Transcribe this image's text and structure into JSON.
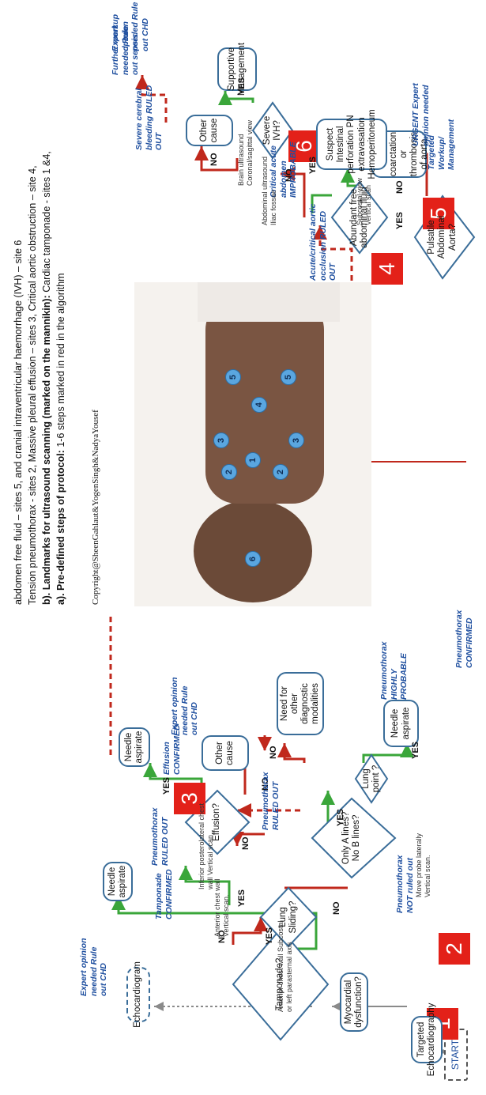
{
  "start": "START",
  "numbers": {
    "n1": "1",
    "n2": "2",
    "n3": "3",
    "n4": "4",
    "n5": "5",
    "n6": "6"
  },
  "nodes": {
    "targeted_echo": "Targeted Echocardiography",
    "myocardial": "Myocardial dysfunction?",
    "echocardiogram": "Echocardiogram",
    "tamponade": "Tamponade?",
    "needle_tamponade": "Needle aspirate",
    "lung_sliding": "Lung Sliding?",
    "effusion": "Effusion?",
    "needle_effusion": "Needle aspirate",
    "only_a_lines": "Only A lines? No B lines?",
    "lung_point": "Lung point ?",
    "needle_ptx": "Needle aspirate",
    "need_other": "Need for other diagnostic modalities",
    "other_cause_left": "Other cause",
    "pulsatile": "Pulsatile Abdominal Aorta?",
    "suspect_coarct": "Suspect Critical coarctation or thrombosis of aorta",
    "abundant_fluid": "Abundant free abdominal fluid",
    "suspect_intestinal": "Suspect Intestinal perforation PN extravasation Hemoperitoneum",
    "severe_ivh": "Severe IVH?",
    "other_cause_right": "Other cause",
    "supportive": "Supportive Management"
  },
  "annotations": {
    "expert_chd_1": "Expert opinion needed Rule out CHD",
    "tamponade_confirmed": "Tamponade CONFIRMED",
    "ptx_ruled_out_1": "Pneumothorax RULED OUT",
    "ptx_ruled_out_2": "Pneumothorax RULED OUT",
    "effusion_confirmed": "Effusion CONFIRMED",
    "expert_chd_2": "Expert opinion needed Rule out CHD",
    "ptx_not_ruled_out": "Pneumothorax NOT ruled out",
    "ptx_highly_probable": "Pneumothorax HIGHLY PROBABLE",
    "ptx_confirmed": "Pneumothorax CONFIRMED",
    "urgent_expert": "URGENT Expert opinion needed",
    "aortic_ruled_out": "Acute/critical aortic occlusion RULED OUT",
    "targeted_mgmt": "Targeted Workup/ Management",
    "abdomen_improbable": "Critical acute abdomen IMPROBABLE",
    "cerebral_ruled_out": "Severe cerebral bleeding RULED OUT",
    "further_workup": "Further workup needed Rule out sepsis",
    "expert_chd_3": "Expert opinion needed Rule out CHD"
  },
  "probe_notes": {
    "anterior_sub": "Anterior chest wall Subcostal or left parasternal axis",
    "anterior_vert": "Anterior chest wall Vertical scan.",
    "inferior": "Inferior posterolateral chest wall Vertical scan",
    "laterally": "Move probe laterally Vertical scan.",
    "subcostal": "Subcostal view Vertical scan",
    "abdominal_us": "Abdominal ultrasound Iliac fossae",
    "brain_us": "Brain ultrasound Coronal/sagittal view"
  },
  "answers": {
    "yes": "YES",
    "no": "NO"
  },
  "manikin_sites": [
    "1",
    "2",
    "2",
    "3",
    "3",
    "4",
    "5",
    "5",
    "6"
  ],
  "copyright": "Copyright@SheenGahlaut&YogenSingh&NadyaYousef",
  "footer": {
    "line_a_bold": "a). Pre-defined steps of protocol:",
    "line_a_rest": " 1-6 steps marked in red in the algorithm",
    "line_b_bold": "b). Landmarks for ultrasound scanning (marked on the mannikin):",
    "line_b_rest": " Cardiac tamponade - sites 1 &4,",
    "line_c": "Tension pneumothorax - sites 2, Massive pleural effusion – sites 3, Critical aortic obstruction – site 4,",
    "line_d": "abdomen free fluid – sites 5, and cranial intraventricular haemorrhage (IVH) – site 6"
  },
  "colors": {
    "box_border": "#3a6d99",
    "arrow_red": "#c0281c",
    "arrow_green": "#3aa63a",
    "arrow_gray": "#8a8a8a",
    "step_red": "#e32119",
    "annotation_blue": "#1f4f9f"
  }
}
